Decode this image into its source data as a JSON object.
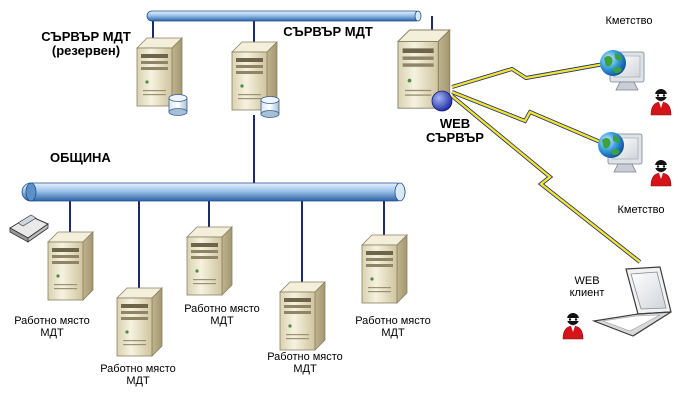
{
  "labels": {
    "server_backup_line1": "СЪРВЪР МДТ",
    "server_backup_line2": "(резервен)",
    "server_main": "СЪРВЪР МДТ",
    "web_server_line1": "WEB",
    "web_server_line2": "СЪРВЪР",
    "municipality": "ОБЩИНА",
    "mayoralty_top": "Кметство",
    "mayoralty_mid": "Кметство",
    "web_client_line1": "WEB",
    "web_client_line2": "клиент",
    "workstations": [
      {
        "line1": "Работно място",
        "line2": "МДТ"
      },
      {
        "line1": "Работно място",
        "line2": "МДТ"
      },
      {
        "line1": "Работно място",
        "line2": "МДТ"
      },
      {
        "line1": "Работно място",
        "line2": "МДТ"
      },
      {
        "line1": "Работно място",
        "line2": "МДТ"
      }
    ]
  },
  "colors": {
    "bus": "#3f7fc0",
    "bus_light": "#a9cbee",
    "server_beige": "#efe9d2",
    "server_dark": "#b8ad86",
    "wire": "#1d2a6b",
    "lightning": "#f1e32e",
    "person": "#d5141a"
  }
}
